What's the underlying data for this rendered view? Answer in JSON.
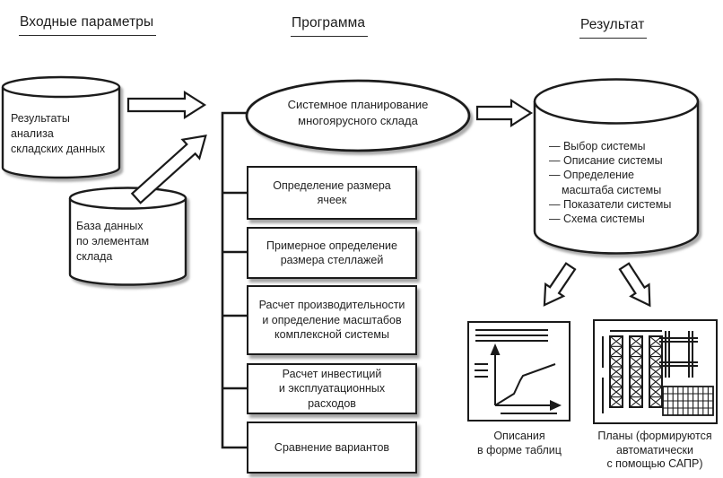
{
  "headers": {
    "inputs": "Входные параметры",
    "program": "Программа",
    "result": "Результат"
  },
  "inputs": {
    "db_analysis": "Результаты\nанализа\nскладских данных",
    "db_elements": "База данных\nпо элементам\nсклада"
  },
  "program": {
    "main_process": "Системное планирование\nмногоярусного склада",
    "steps": [
      {
        "label": "Определение размера\nячеек"
      },
      {
        "label": "Примерное определение\nразмера стеллажей"
      },
      {
        "label": "Расчет производительности\nи определение масштабов\nкомплексной системы"
      },
      {
        "label": "Расчет инвестиций\nи эксплуатационных\nрасходов"
      },
      {
        "label": "Сравнение вариантов"
      }
    ]
  },
  "result": {
    "db_items": [
      "— Выбор системы",
      "— Описание системы",
      "— Определение\nмасштаба системы",
      "— Показатели системы",
      "— Схема системы"
    ],
    "outputs": [
      {
        "caption": "Описания\nв форме таблиц",
        "icon": "table-chart-icon"
      },
      {
        "caption": "Планы (формируются\nавтоматически\nс помощью САПР)",
        "icon": "cad-plan-icon"
      }
    ]
  },
  "colors": {
    "stroke": "#1a1a1a",
    "text": "#222222",
    "background": "#ffffff",
    "shadow": "#8a8a8a"
  }
}
